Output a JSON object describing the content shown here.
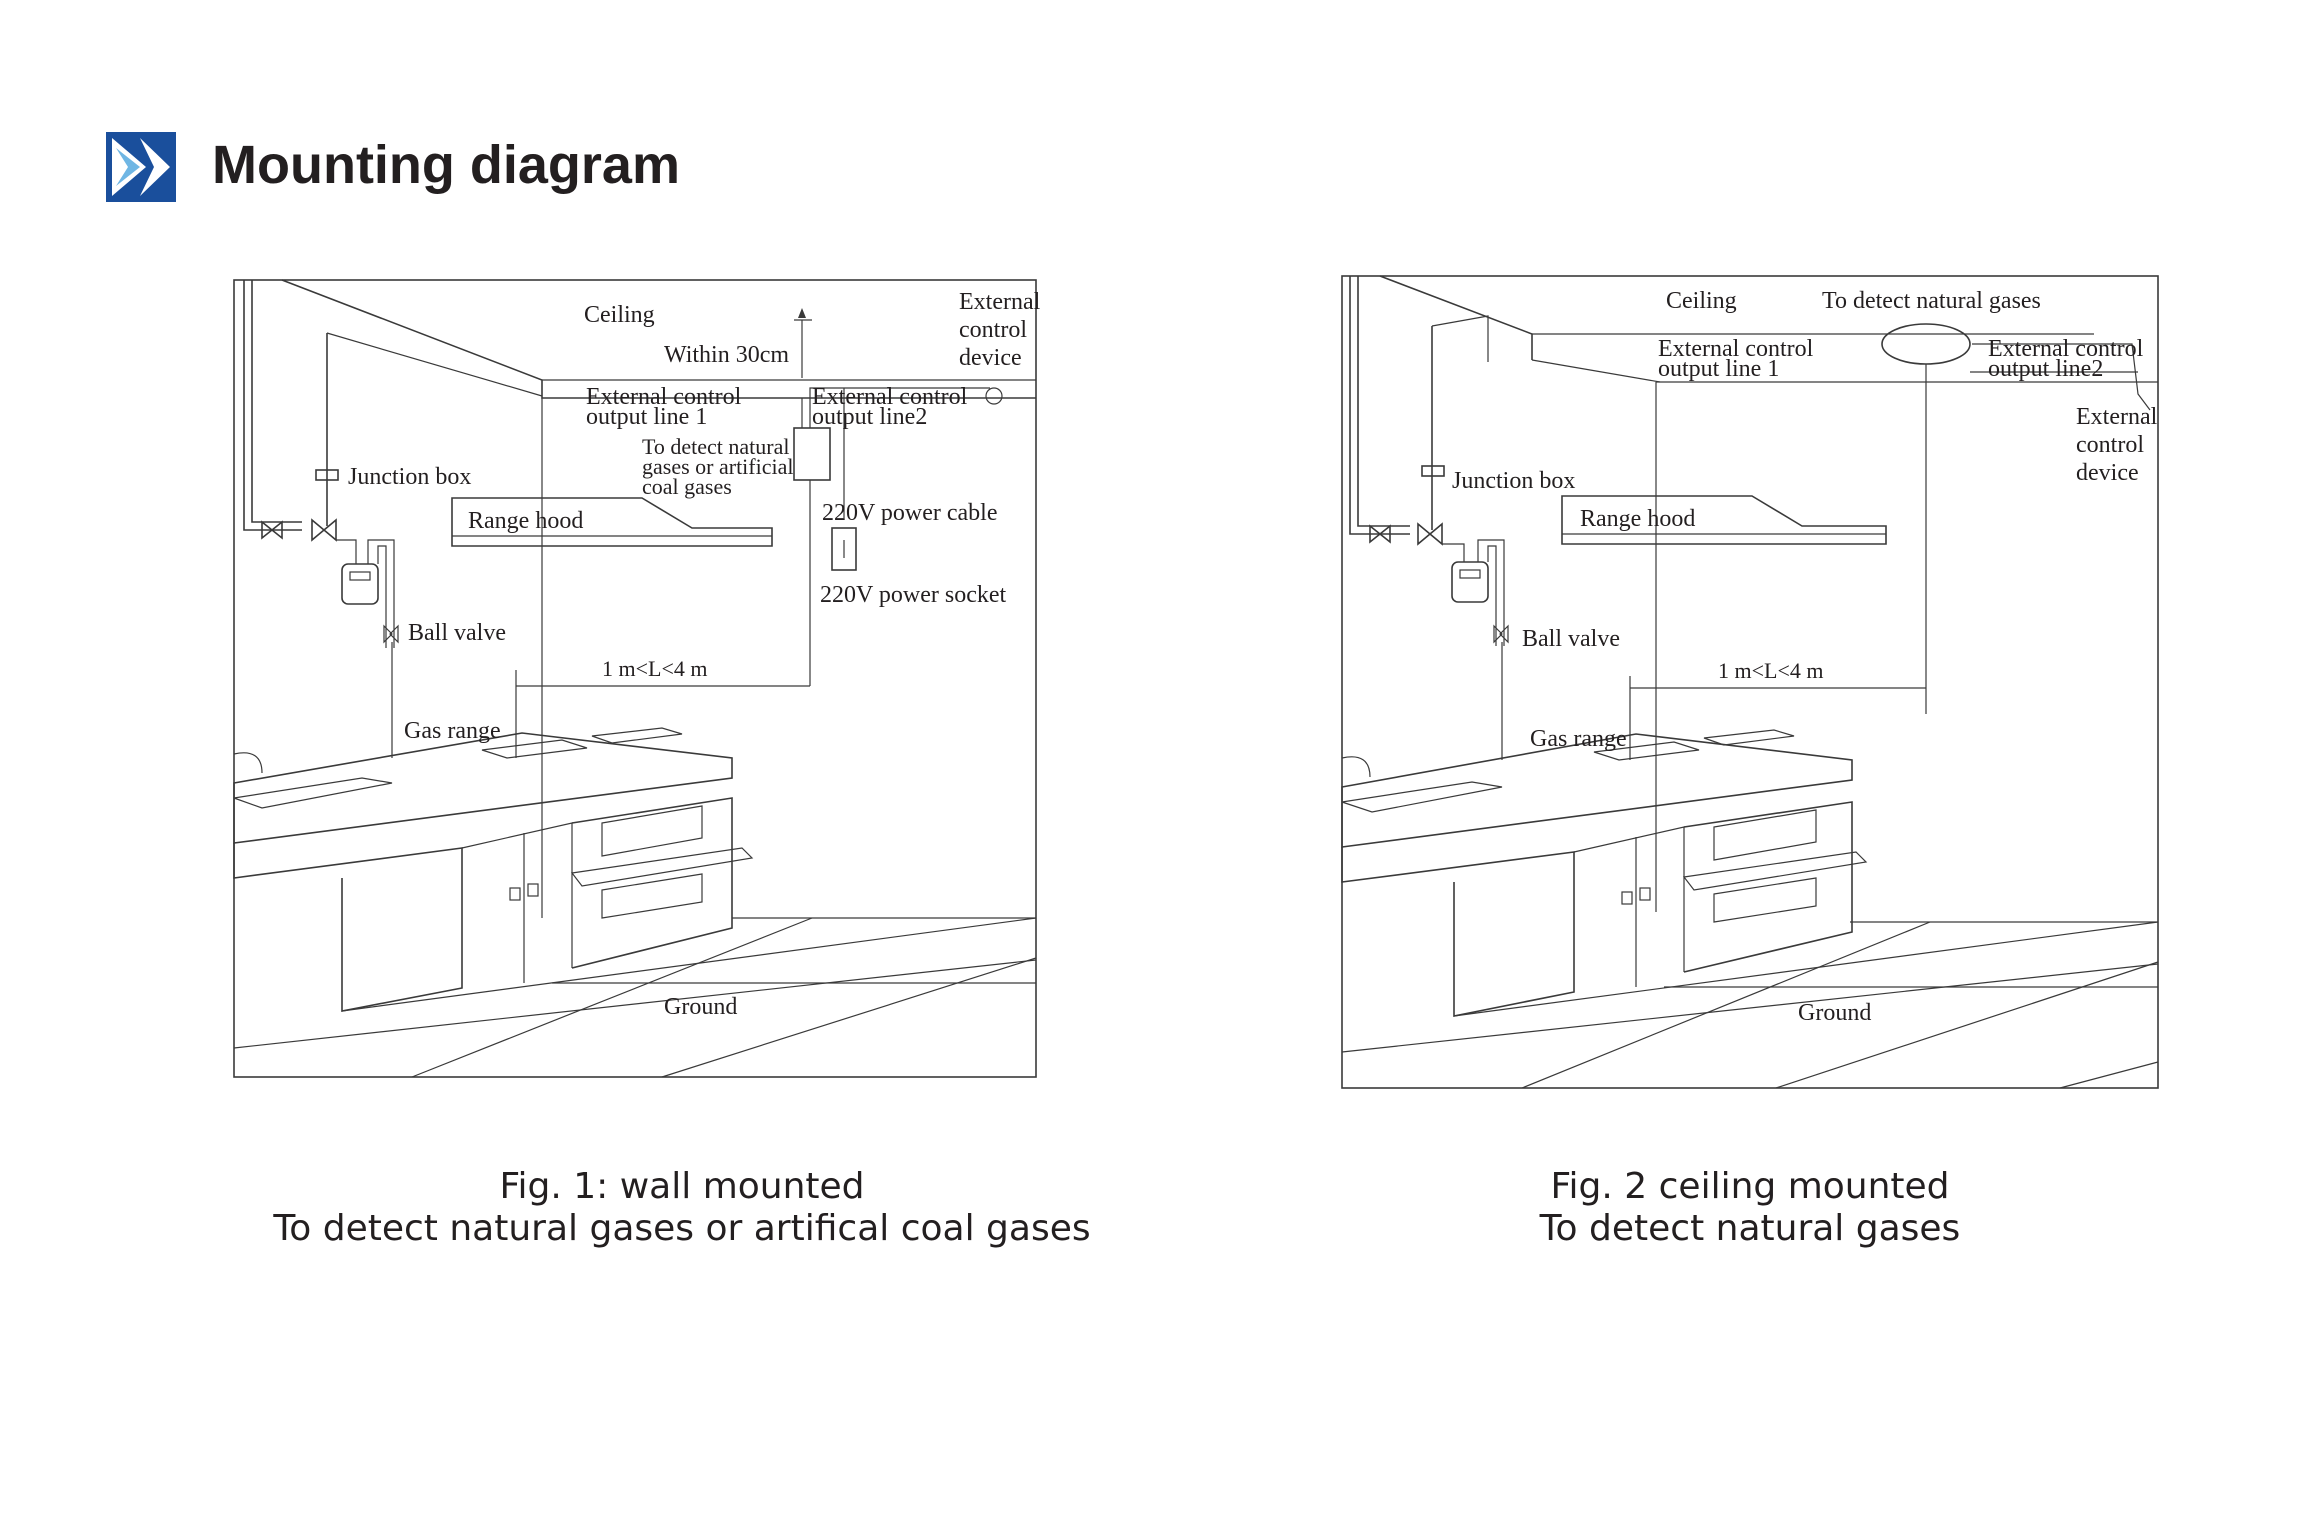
{
  "page_title": "Mounting diagram",
  "brand_colors": {
    "logo_blue": "#1a4f9c",
    "logo_light": "#6fb6e4",
    "text": "#231f20"
  },
  "fig1": {
    "labels": {
      "ceiling": "Ceiling",
      "within": "Within 30cm",
      "ext_device_1": "External",
      "ext_device_2": "control",
      "ext_device_3": "device",
      "ext_line1_a": "External control",
      "ext_line1_b": "output line 1",
      "ext_line2_a": "External control",
      "ext_line2_b": "output line2",
      "detect_a": "To detect natural",
      "detect_b": "gases or artificial",
      "detect_c": "coal gases",
      "junction": "Junction box",
      "range_hood": "Range hood",
      "power_cable": "220V power cable",
      "power_socket": "220V power socket",
      "ball_valve": "Ball valve",
      "distance": "1 m<L<4 m",
      "gas_range": "Gas range",
      "ground": "Ground"
    },
    "caption_line1": "Fig. 1: wall mounted",
    "caption_line2": "To detect natural gases or artifical coal gases"
  },
  "fig2": {
    "labels": {
      "ceiling": "Ceiling",
      "detect": "To detect natural gases",
      "ext_line1_a": "External control",
      "ext_line1_b": "output line 1",
      "ext_line2_a": "External control",
      "ext_line2_b": "output line2",
      "ext_device_1": "External",
      "ext_device_2": "control",
      "ext_device_3": "device",
      "junction": "Junction box",
      "range_hood": "Range hood",
      "ball_valve": "Ball valve",
      "distance": "1 m<L<4 m",
      "gas_range": "Gas range",
      "ground": "Ground"
    },
    "caption_line1": "Fig. 2 ceiling mounted",
    "caption_line2": "To detect natural gases"
  }
}
